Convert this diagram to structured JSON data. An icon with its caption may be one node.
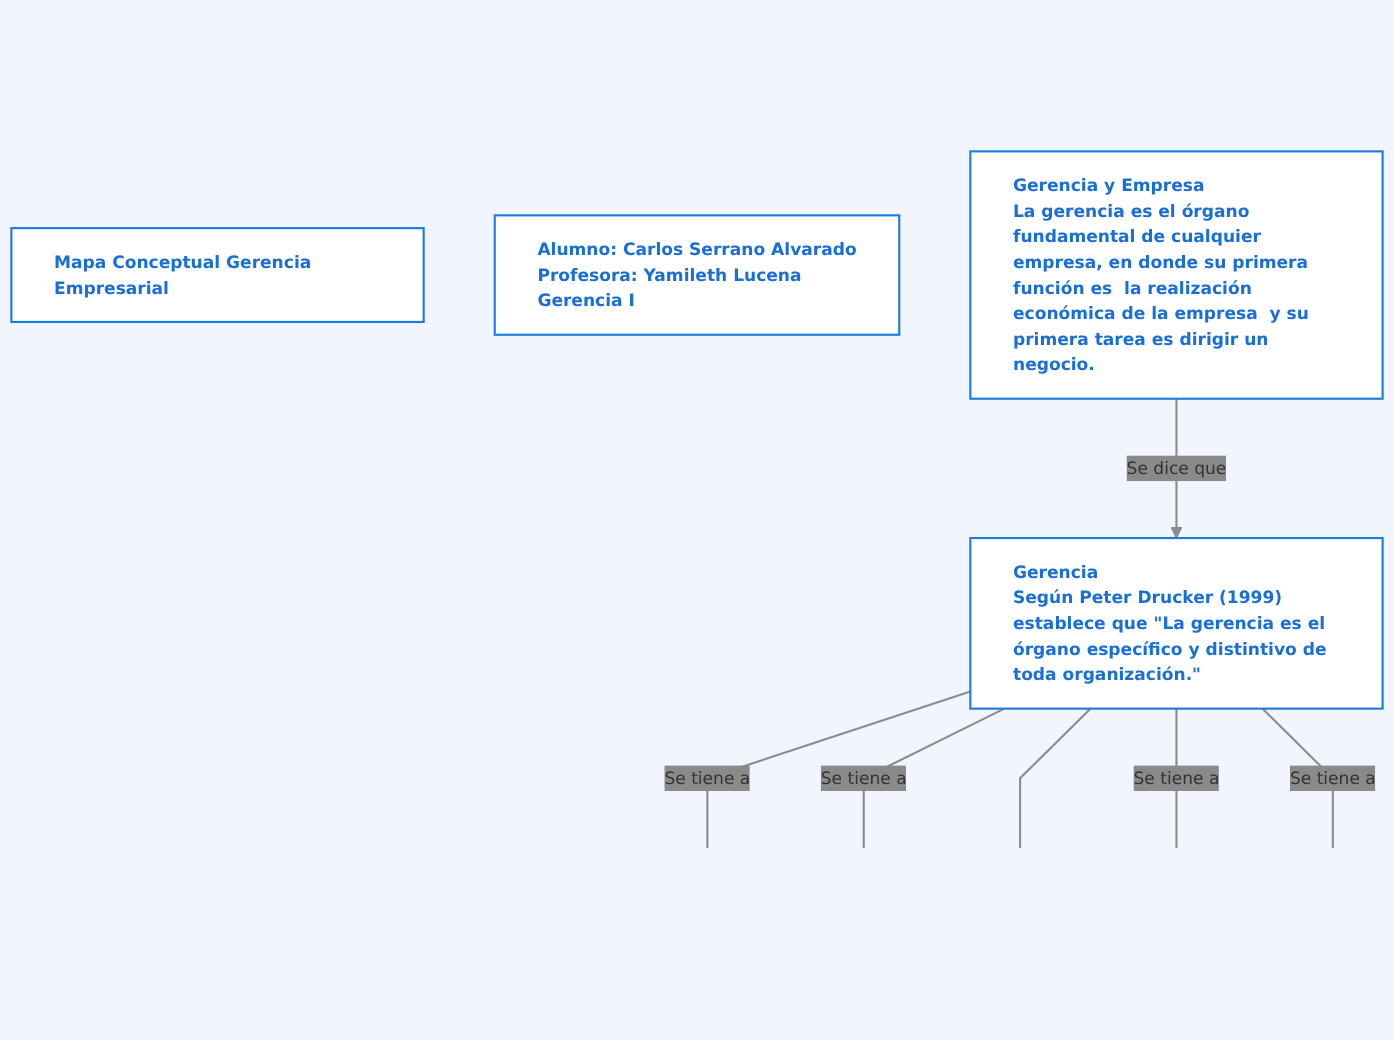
{
  "diagram": {
    "nodes": [
      {
        "text": [
          "Mapa Conceptual Gerencia Empresarial"
        ]
      },
      {
        "text": [
          "Alumno: Carlos Serrano Alvarado",
          "Profesora: Yamileth Lucena",
          "Gerencia I"
        ]
      },
      {
        "text": [
          "Gerencia y Empresa",
          "La gerencia es el órgano fundamental de cualquier empresa, en donde su primera función es  la realización económica de la empresa  y su primera tarea es dirigir un negocio."
        ]
      },
      {
        "text": [
          "Gerencia",
          "Según Peter Drucker (1999) establece que \"La gerencia es el órgano específico y distintivo de toda organización.\""
        ]
      }
    ],
    "edges": [
      {
        "from": 2,
        "to": 3,
        "label": "Se dice que",
        "arrow": "to"
      },
      {
        "from": 3,
        "to": null,
        "label": "Se tiene a",
        "arrow": "none"
      },
      {
        "from": 3,
        "to": null,
        "label": "Se tiene a",
        "arrow": "none"
      },
      {
        "from": 3,
        "to": null,
        "arrow": "none"
      },
      {
        "from": 3,
        "to": null,
        "label": "Se tiene a",
        "arrow": "none"
      },
      {
        "from": 3,
        "to": null,
        "label": "Se tiene a",
        "arrow": "none"
      }
    ]
  }
}
